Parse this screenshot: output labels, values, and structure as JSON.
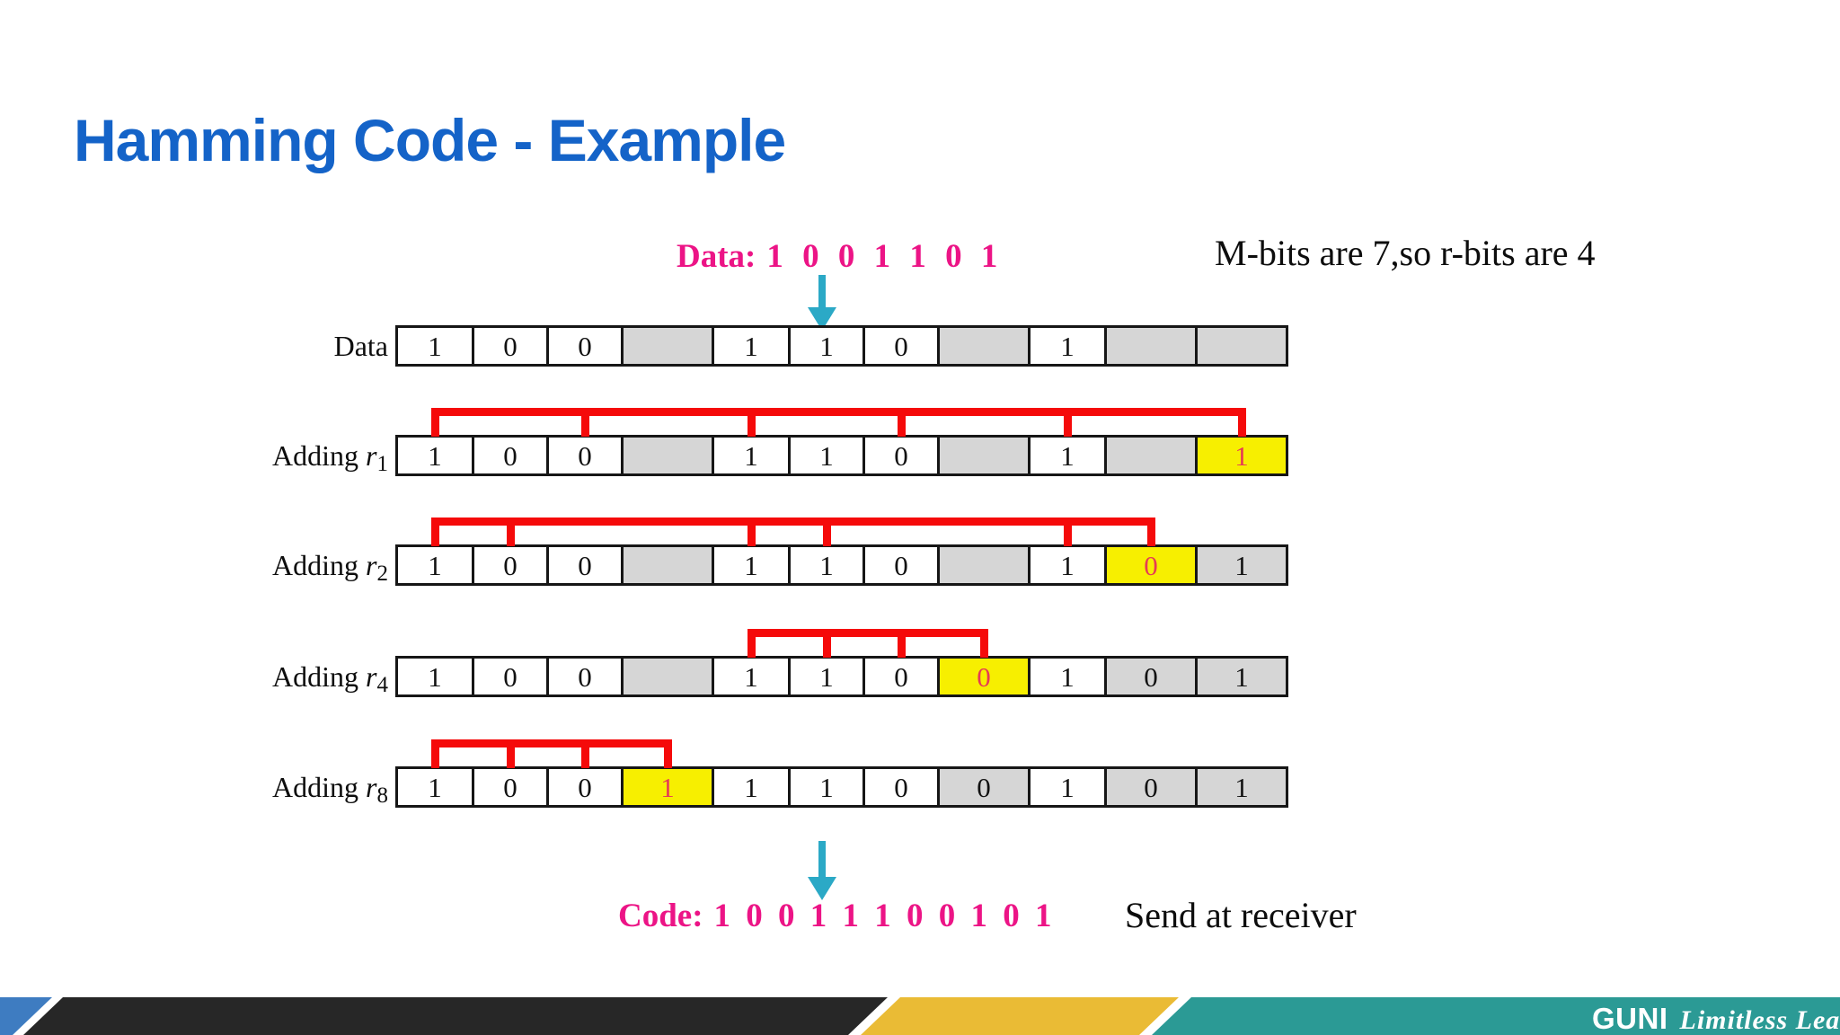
{
  "slide": {
    "title": "Hamming Code - Example",
    "data_label": "Data:",
    "data_bits": "1 0 0 1 1 0 1",
    "mbits_note": "M-bits are  7,so r-bits are 4",
    "code_label": "Code:",
    "code_bits": "1 0 0 1 1 1 0 0 1 0 1",
    "send_note": "Send at receiver"
  },
  "diagram": {
    "cell_widths": [
      88,
      86,
      86,
      104,
      88,
      86,
      86,
      104,
      88,
      104,
      104
    ],
    "row_tops": [
      362,
      484,
      606,
      730,
      853
    ],
    "rows": [
      {
        "label": "Data",
        "rvar": "",
        "rsub": "",
        "cells": [
          {
            "v": "1",
            "bg": "white"
          },
          {
            "v": "0",
            "bg": "white"
          },
          {
            "v": "0",
            "bg": "white"
          },
          {
            "v": "",
            "bg": "gray"
          },
          {
            "v": "1",
            "bg": "white"
          },
          {
            "v": "1",
            "bg": "white"
          },
          {
            "v": "0",
            "bg": "white"
          },
          {
            "v": "",
            "bg": "gray"
          },
          {
            "v": "1",
            "bg": "white"
          },
          {
            "v": "",
            "bg": "gray"
          },
          {
            "v": "",
            "bg": "gray"
          }
        ],
        "ticks": []
      },
      {
        "label": "Adding ",
        "rvar": "r",
        "rsub": "1",
        "cells": [
          {
            "v": "1",
            "bg": "white"
          },
          {
            "v": "0",
            "bg": "white"
          },
          {
            "v": "0",
            "bg": "white"
          },
          {
            "v": "",
            "bg": "gray"
          },
          {
            "v": "1",
            "bg": "white"
          },
          {
            "v": "1",
            "bg": "white"
          },
          {
            "v": "0",
            "bg": "white"
          },
          {
            "v": "",
            "bg": "gray"
          },
          {
            "v": "1",
            "bg": "white"
          },
          {
            "v": "",
            "bg": "gray"
          },
          {
            "v": "1",
            "bg": "yellow",
            "red": true
          }
        ],
        "ticks": [
          0,
          2,
          4,
          6,
          8,
          10
        ]
      },
      {
        "label": "Adding ",
        "rvar": "r",
        "rsub": "2",
        "cells": [
          {
            "v": "1",
            "bg": "white"
          },
          {
            "v": "0",
            "bg": "white"
          },
          {
            "v": "0",
            "bg": "white"
          },
          {
            "v": "",
            "bg": "gray"
          },
          {
            "v": "1",
            "bg": "white"
          },
          {
            "v": "1",
            "bg": "white"
          },
          {
            "v": "0",
            "bg": "white"
          },
          {
            "v": "",
            "bg": "gray"
          },
          {
            "v": "1",
            "bg": "white"
          },
          {
            "v": "0",
            "bg": "yellow",
            "red": true
          },
          {
            "v": "1",
            "bg": "gray"
          }
        ],
        "ticks": [
          0,
          1,
          4,
          5,
          8,
          9
        ]
      },
      {
        "label": "Adding ",
        "rvar": "r",
        "rsub": "4",
        "cells": [
          {
            "v": "1",
            "bg": "white"
          },
          {
            "v": "0",
            "bg": "white"
          },
          {
            "v": "0",
            "bg": "white"
          },
          {
            "v": "",
            "bg": "gray"
          },
          {
            "v": "1",
            "bg": "white"
          },
          {
            "v": "1",
            "bg": "white"
          },
          {
            "v": "0",
            "bg": "white"
          },
          {
            "v": "0",
            "bg": "yellow",
            "red": true
          },
          {
            "v": "1",
            "bg": "white"
          },
          {
            "v": "0",
            "bg": "gray"
          },
          {
            "v": "1",
            "bg": "gray"
          }
        ],
        "ticks": [
          4,
          5,
          6,
          7
        ]
      },
      {
        "label": "Adding ",
        "rvar": "r",
        "rsub": "8",
        "cells": [
          {
            "v": "1",
            "bg": "white"
          },
          {
            "v": "0",
            "bg": "white"
          },
          {
            "v": "0",
            "bg": "white"
          },
          {
            "v": "1",
            "bg": "yellow",
            "red": true
          },
          {
            "v": "1",
            "bg": "white"
          },
          {
            "v": "1",
            "bg": "white"
          },
          {
            "v": "0",
            "bg": "white"
          },
          {
            "v": "0",
            "bg": "gray"
          },
          {
            "v": "1",
            "bg": "white"
          },
          {
            "v": "0",
            "bg": "gray"
          },
          {
            "v": "1",
            "bg": "gray"
          }
        ],
        "ticks": [
          0,
          1,
          2,
          3
        ]
      }
    ]
  },
  "footer": {
    "brand": "GUNI",
    "tagline": "Limitless Learning"
  },
  "colors": {
    "title": "#1463C8",
    "magenta": "#EC1486",
    "cyan": "#2BA9C6",
    "bracket_red": "#F50A0A",
    "cell_yellow": "#F7EF00",
    "cell_gray": "#D6D6D6",
    "digit_red": "#E63A55",
    "footer_blue": "#3E7CC1",
    "footer_dark": "#272727",
    "footer_gold": "#EABB35",
    "footer_teal": "#2B9A95"
  }
}
